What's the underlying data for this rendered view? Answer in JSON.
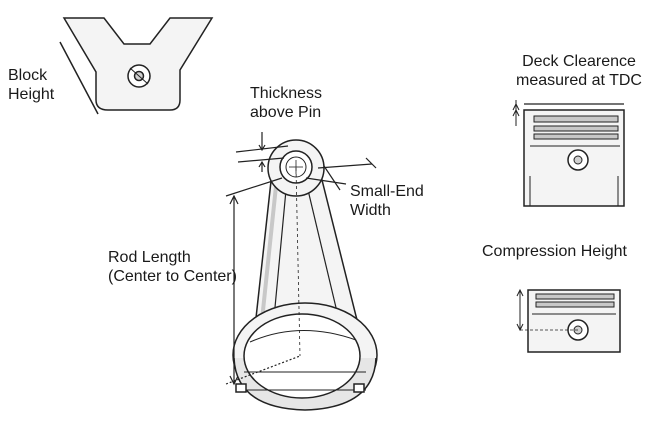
{
  "labels": {
    "block_height": [
      "Block",
      "Height"
    ],
    "thickness_above_pin": [
      "Thickness",
      "above Pin"
    ],
    "small_end_width": [
      "Small-End",
      "Width"
    ],
    "rod_length": [
      "Rod Length",
      "(Center to Center)"
    ],
    "deck_clearance": [
      "Deck Clearence",
      "measured at TDC"
    ],
    "compression_height": [
      "Compression Height"
    ]
  },
  "colors": {
    "line": "#222222",
    "fill": "#f4f4f4",
    "shade": "#c8c8c8"
  }
}
